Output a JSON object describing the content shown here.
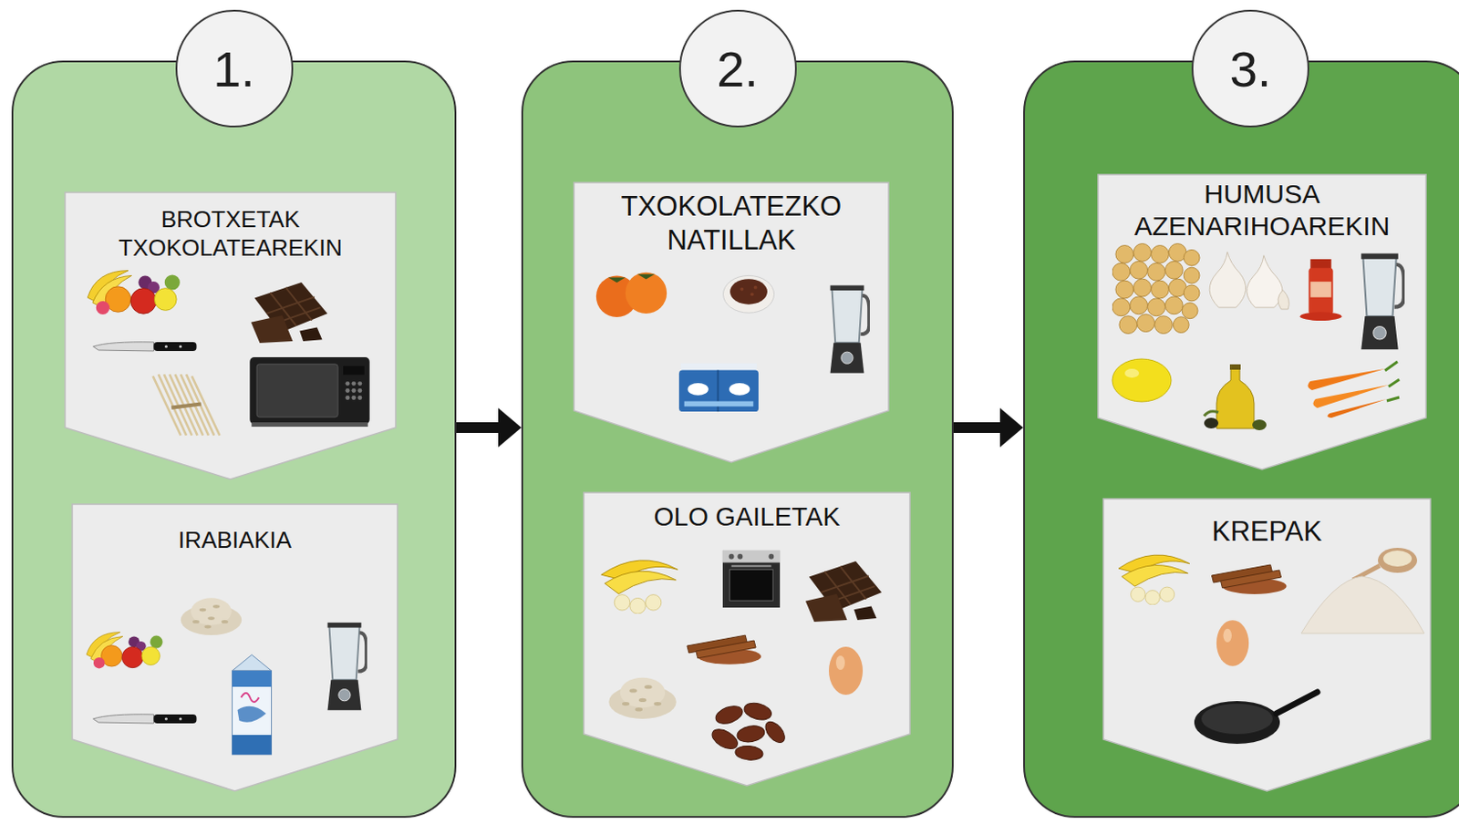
{
  "diagram": {
    "nodes": [
      {
        "text": [
          "1."
        ]
      },
      {
        "text": [
          "BROTXETAK TXOKOLATEAREKIN"
        ],
        "in": 0
      },
      {
        "text": [
          "IRABIAKIA"
        ],
        "in": 0
      },
      {
        "text": [
          "2."
        ]
      },
      {
        "text": [
          "TXOKOLATEZKO NATILLAK"
        ],
        "in": 3
      },
      {
        "text": [
          "OLO GAILETAK"
        ],
        "in": 3
      },
      {
        "text": [
          "3."
        ]
      },
      {
        "text": [
          "HUMUSA AZENARIHOAREKIN"
        ],
        "in": 6
      },
      {
        "text": [
          "KREPAK"
        ],
        "in": 6
      }
    ],
    "edges": [
      {
        "from": 0,
        "to": 3,
        "arrow": "to"
      },
      {
        "from": 3,
        "to": 6,
        "arrow": "to"
      }
    ]
  }
}
